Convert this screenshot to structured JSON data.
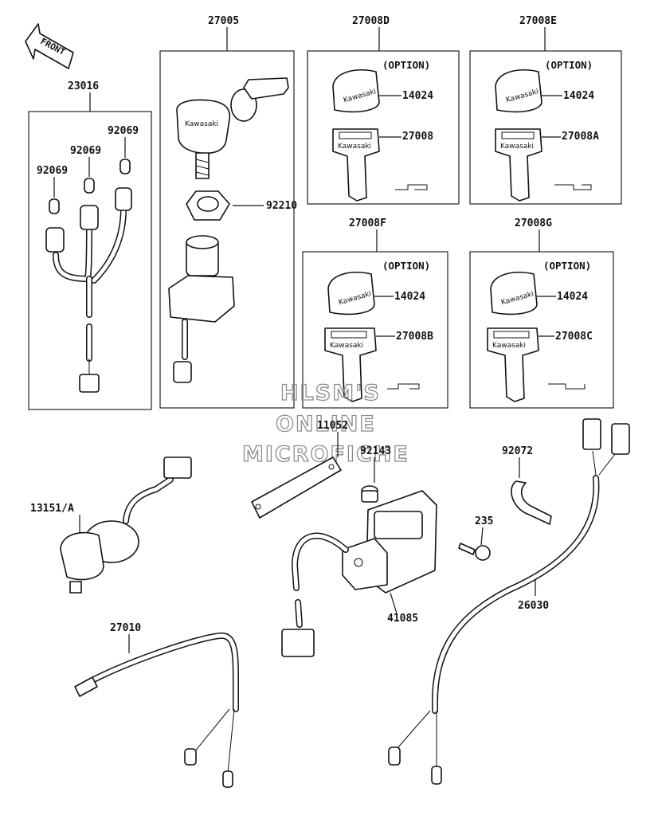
{
  "diagram": {
    "front_label": "FRONT",
    "watermark": [
      "HLSM'S",
      "ONLINE",
      "MICROFICHE"
    ],
    "brand_text": "Kawasaki",
    "option_label": "(OPTION)",
    "boxes": {
      "b23016": "23016",
      "b27005": "27005",
      "b27008D": "27008D",
      "b27008E": "27008E",
      "b27008F": "27008F",
      "b27008G": "27008G"
    },
    "parts": {
      "p92069a": "92069",
      "p92069b": "92069",
      "p92069c": "92069",
      "p92210": "92210",
      "p14024d": "14024",
      "p27008": "27008",
      "p14024e": "14024",
      "p27008A": "27008A",
      "p14024f": "14024",
      "p27008B": "27008B",
      "p14024g": "14024",
      "p27008C": "27008C",
      "p11052": "11052",
      "p92143": "92143",
      "p92072": "92072",
      "p13151": "13151/A",
      "p235": "235",
      "p41085": "41085",
      "p26030": "26030",
      "p27010": "27010"
    }
  }
}
